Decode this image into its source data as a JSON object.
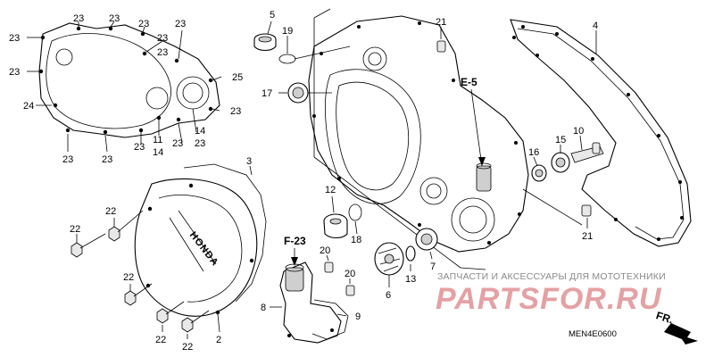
{
  "diagram": {
    "callouts": {
      "c2": "2",
      "c3": "3",
      "c4": "4",
      "c5": "5",
      "c6": "6",
      "c7": "7",
      "c8": "8",
      "c9": "9",
      "c10": "10",
      "c11": "11",
      "c12": "12",
      "c13": "13",
      "c14": "14",
      "c15": "15",
      "c16": "16",
      "c17": "17",
      "c18": "18",
      "c19": "19",
      "c20": "20",
      "c21": "21",
      "c22": "22",
      "c23": "23",
      "c24": "24",
      "c25": "25"
    },
    "refs": {
      "e5": "E-5",
      "f23": "F-23",
      "fr": "FR."
    },
    "watermark_small": "ЗАПЧАСТИ И АКСЕССУАРЫ ДЛЯ МОТОТЕХНИКИ",
    "watermark_big": "PARTSFOR.RU",
    "diagram_code": "MEN4E0600",
    "cover_brand": "HONDA"
  }
}
